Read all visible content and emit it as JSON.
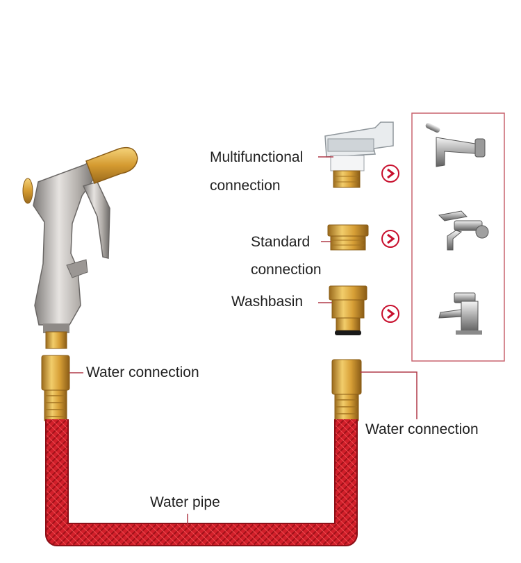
{
  "labels": {
    "multifunctional_line1": "Multifunctional",
    "multifunctional_line2": "connection",
    "standard_line1": "Standard",
    "standard_line2": "connection",
    "washbasin": "Washbasin",
    "water_connection_left": "Water connection",
    "water_connection_right": "Water connection",
    "water_pipe": "Water pipe"
  },
  "colors": {
    "accent_red": "#c8102e",
    "hose_red": "#d3202a",
    "brass": "#d9a33a",
    "chrome": "#b8b4b0",
    "leader_line": "#b03a48",
    "panel_border": "#c9646f"
  },
  "icons": {
    "gun": "spray-gun-icon",
    "faucets": [
      "wall-tap-icon",
      "double-tap-icon",
      "basin-mixer-icon"
    ],
    "arrows": [
      "chevron-right-icon",
      "chevron-right-icon",
      "chevron-right-icon"
    ]
  }
}
